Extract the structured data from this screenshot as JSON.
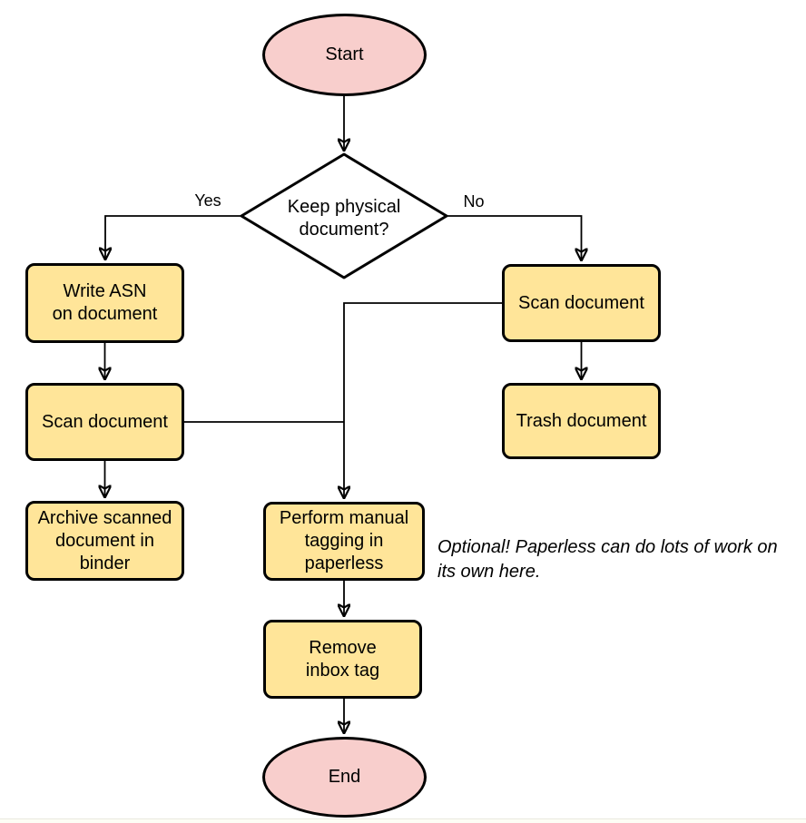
{
  "colors": {
    "terminal_fill": "#F8CECC",
    "decision_fill": "#FFCC99",
    "process_fill": "#FFE599",
    "stroke": "#000000",
    "text": "#000000"
  },
  "nodes": {
    "start": {
      "label": "Start",
      "type": "terminal"
    },
    "decision": {
      "label": "Keep physical\ndocument?",
      "type": "decision"
    },
    "write_asn": {
      "label": "Write ASN\non document",
      "type": "process"
    },
    "scan_left": {
      "label": "Scan document",
      "type": "process"
    },
    "archive": {
      "label": "Archive scanned\ndocument in\nbinder",
      "type": "process"
    },
    "scan_right": {
      "label": "Scan document",
      "type": "process"
    },
    "trash": {
      "label": "Trash document",
      "type": "process"
    },
    "tagging": {
      "label": "Perform manual\ntagging in\npaperless",
      "type": "process"
    },
    "remove_inbox": {
      "label": "Remove\ninbox tag",
      "type": "process"
    },
    "end": {
      "label": "End",
      "type": "terminal"
    }
  },
  "edge_labels": {
    "yes": "Yes",
    "no": "No"
  },
  "annotation": {
    "text": "Optional! Paperless can do lots of work on\nits own here."
  }
}
